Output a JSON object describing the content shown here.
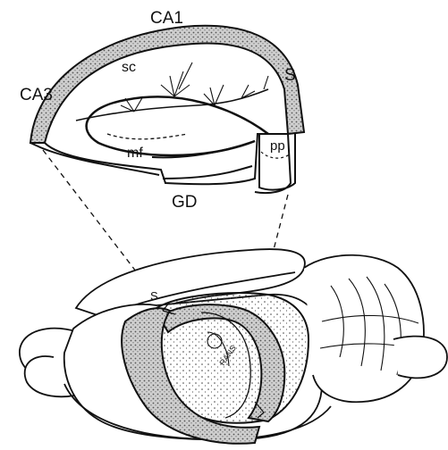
{
  "figure": {
    "labels": {
      "ca1": "CA1",
      "ca3": "CA3",
      "s": "S",
      "sc": "sc",
      "mf": "mf",
      "pp": "pp",
      "gd": "GD",
      "s_small": "S",
      "tract": "RANS"
    },
    "colors": {
      "ink": "#111111",
      "band_fill": "#a8a8a8",
      "stipple": "#666666",
      "background": "#ffffff"
    }
  }
}
